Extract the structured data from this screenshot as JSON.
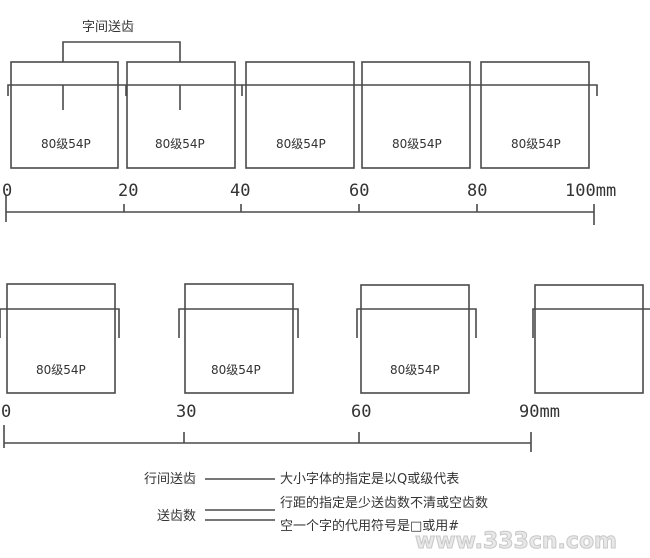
{
  "top_diagram": {
    "title": "字间送齿",
    "box_label": "80级54P",
    "ruler_ticks": [
      "0",
      "20",
      "40",
      "60",
      "80",
      "100mm"
    ]
  },
  "bottom_diagram": {
    "box_label": "80级54P",
    "ruler_ticks": [
      "0",
      "30",
      "60",
      "90mm"
    ]
  },
  "legend": {
    "term1": "行间送齿",
    "term2": "送齿数",
    "note1": "大小字体的指定是以Q或级代表",
    "note2": "行距的指定是少送齿数不清或空齿数",
    "note3": "空一个字的代用符号是□或用#"
  },
  "watermark": "www.333cn.com"
}
